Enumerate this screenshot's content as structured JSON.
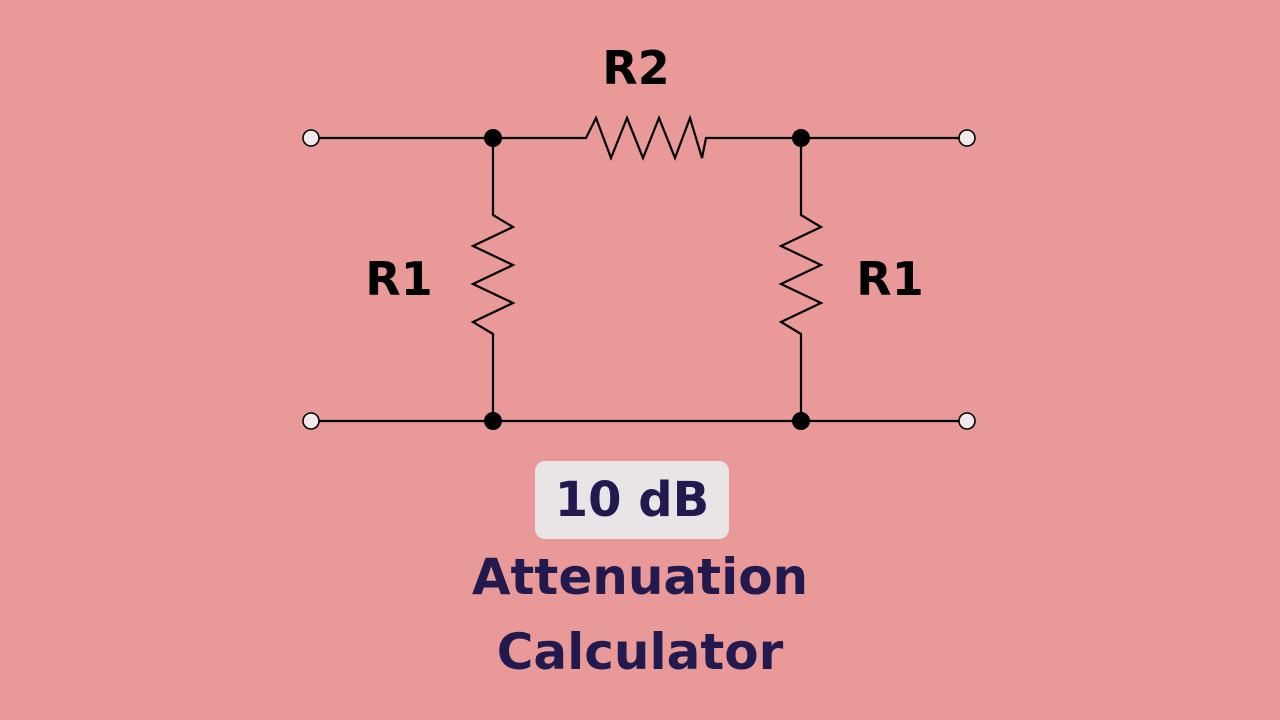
{
  "labels": {
    "top_resistor": "R2",
    "left_resistor": "R1",
    "right_resistor": "R1"
  },
  "badge": {
    "value": "10 dB"
  },
  "title": {
    "line1": "Attenuation",
    "line2": "Calculator"
  },
  "colors": {
    "background": "#e99a98",
    "wire": "#000000",
    "badge_background": "#e9e4e5",
    "text_dark": "#221a4f"
  }
}
